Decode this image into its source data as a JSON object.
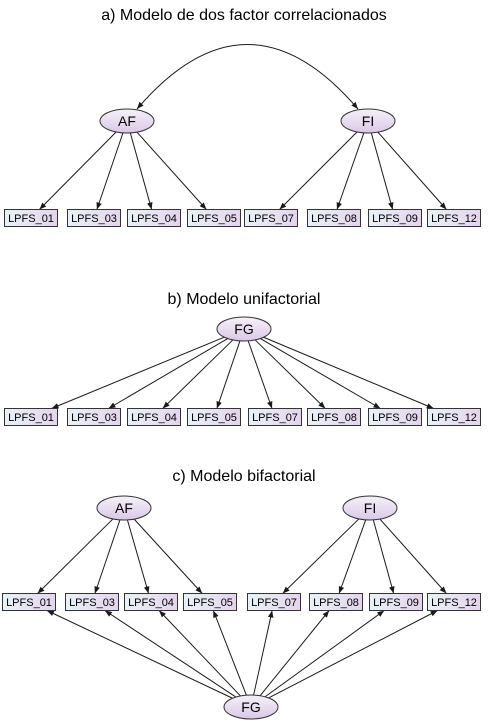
{
  "colors": {
    "latent_fill_light": "#f6f1fa",
    "latent_fill_dark": "#d9c8e6",
    "item_fill_light": "#e8f2f7",
    "item_fill_dark": "#e4d4ec",
    "edge": "#1a1a1a"
  },
  "panels": [
    {
      "id": "a",
      "title": "a) Modelo de dos factor correlacionados",
      "latents": [
        {
          "id": "AF",
          "label": "AF"
        },
        {
          "id": "FI",
          "label": "FI"
        }
      ],
      "items": [
        {
          "id": "1",
          "label": "LPFS_01"
        },
        {
          "id": "3",
          "label": "LPFS_03"
        },
        {
          "id": "4",
          "label": "LPFS_04"
        },
        {
          "id": "5",
          "label": "LPFS_05"
        },
        {
          "id": "7",
          "label": "LPFS_07"
        },
        {
          "id": "8",
          "label": "LPFS_08"
        },
        {
          "id": "9",
          "label": "LPFS_09"
        },
        {
          "id": "12",
          "label": "LPFS_12"
        }
      ],
      "loadings": [
        [
          "AF",
          "1"
        ],
        [
          "AF",
          "3"
        ],
        [
          "AF",
          "4"
        ],
        [
          "AF",
          "5"
        ],
        [
          "FI",
          "7"
        ],
        [
          "FI",
          "8"
        ],
        [
          "FI",
          "9"
        ],
        [
          "FI",
          "12"
        ]
      ],
      "correlations": [
        [
          "AF",
          "FI"
        ]
      ]
    },
    {
      "id": "b",
      "title": "b) Modelo unifactorial",
      "latents": [
        {
          "id": "FG",
          "label": "FG"
        }
      ],
      "items": [
        {
          "id": "1",
          "label": "LPFS_01"
        },
        {
          "id": "3",
          "label": "LPFS_03"
        },
        {
          "id": "4",
          "label": "LPFS_04"
        },
        {
          "id": "5",
          "label": "LPFS_05"
        },
        {
          "id": "7",
          "label": "LPFS_07"
        },
        {
          "id": "8",
          "label": "LPFS_08"
        },
        {
          "id": "9",
          "label": "LPFS_09"
        },
        {
          "id": "12",
          "label": "LPFS_12"
        }
      ],
      "loadings": [
        [
          "FG",
          "1"
        ],
        [
          "FG",
          "3"
        ],
        [
          "FG",
          "4"
        ],
        [
          "FG",
          "5"
        ],
        [
          "FG",
          "7"
        ],
        [
          "FG",
          "8"
        ],
        [
          "FG",
          "9"
        ],
        [
          "FG",
          "12"
        ]
      ],
      "correlations": []
    },
    {
      "id": "c",
      "title": "c) Modelo bifactorial",
      "latents": [
        {
          "id": "AF",
          "label": "AF"
        },
        {
          "id": "FI",
          "label": "FI"
        },
        {
          "id": "FG",
          "label": "FG"
        }
      ],
      "items": [
        {
          "id": "1",
          "label": "LPFS_01"
        },
        {
          "id": "3",
          "label": "LPFS_03"
        },
        {
          "id": "4",
          "label": "LPFS_04"
        },
        {
          "id": "5",
          "label": "LPFS_05"
        },
        {
          "id": "7",
          "label": "LPFS_07"
        },
        {
          "id": "8",
          "label": "LPFS_08"
        },
        {
          "id": "9",
          "label": "LPFS_09"
        },
        {
          "id": "12",
          "label": "LPFS_12"
        }
      ],
      "loadings": [
        [
          "AF",
          "1"
        ],
        [
          "AF",
          "3"
        ],
        [
          "AF",
          "4"
        ],
        [
          "AF",
          "5"
        ],
        [
          "FI",
          "7"
        ],
        [
          "FI",
          "8"
        ],
        [
          "FI",
          "9"
        ],
        [
          "FI",
          "12"
        ],
        [
          "FG",
          "1"
        ],
        [
          "FG",
          "3"
        ],
        [
          "FG",
          "4"
        ],
        [
          "FG",
          "5"
        ],
        [
          "FG",
          "7"
        ],
        [
          "FG",
          "8"
        ],
        [
          "FG",
          "9"
        ],
        [
          "FG",
          "12"
        ]
      ],
      "correlations": []
    }
  ]
}
